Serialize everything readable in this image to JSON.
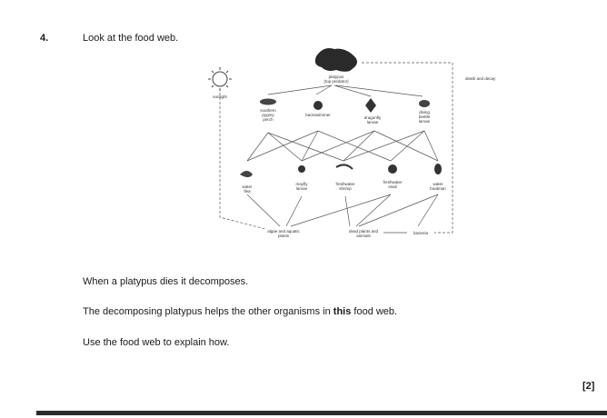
{
  "question": {
    "number": "4.",
    "prompt": "Look at the food web.",
    "line1": "When a platypus dies it decomposes.",
    "line2_pre": "The decomposing platypus helps the other organisms in ",
    "line2_bold": "this",
    "line2_post": " food web.",
    "line3": "Use the food web to explain how.",
    "marks": "[2]"
  },
  "food_web": {
    "sun": "sunlight",
    "platypus": [
      "platypus",
      "(top predator)"
    ],
    "death_label": "death and decay",
    "level2": [
      [
        "southern",
        "pygmy",
        "perch"
      ],
      [
        "backswimmer"
      ],
      [
        "dragonfly",
        "larvae"
      ],
      [
        "diving",
        "beetle",
        "larvae"
      ]
    ],
    "level3": [
      [
        "water",
        "flea"
      ],
      [
        "mayfly",
        "larvae"
      ],
      [
        "freshwater",
        "shrimp"
      ],
      [
        "freshwater",
        "snail"
      ],
      [
        "water",
        "boatman"
      ]
    ],
    "bottom": [
      [
        "algae and aquatic",
        "plants"
      ],
      [
        "dead plants and",
        "animals"
      ],
      [
        "bacteria"
      ]
    ]
  }
}
